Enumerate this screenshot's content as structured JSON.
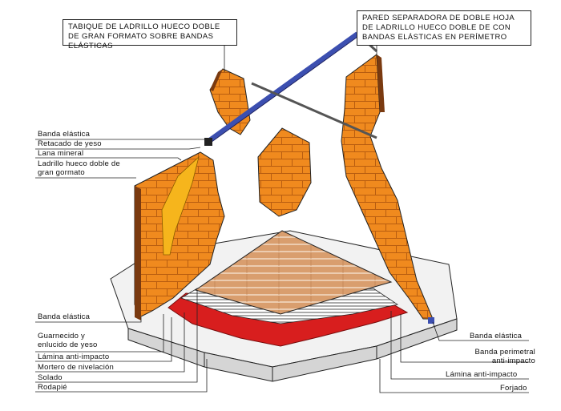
{
  "colors": {
    "brick": "#f08a1e",
    "brick_mortar": "#7a3a10",
    "brick_dark": "#b85d10",
    "plaster": "#ffffff",
    "insulation": "#f6b51c",
    "blue_band": "#3c4fb0",
    "wood_floor": "#d99e6e",
    "impact_sheet": "#d81e1e",
    "slab_top": "#f2f2f2",
    "slab_side": "#d5d5d5",
    "lines": "#222222"
  },
  "callouts": {
    "top_left": "TABIQUE DE LADRILLO HUECO DOBLE DE GRAN FORMATO SOBRE BANDAS ELÁSTICAS",
    "top_right": "PARED SEPARADORA DE DOBLE HOJA DE LADRILLO HUECO DOBLE DE CON BANDAS ELÁSTICAS EN PERÍMETRO"
  },
  "labels_left": [
    {
      "id": "banda-elastica-top",
      "text": "Banda elástica"
    },
    {
      "id": "retacado-yeso",
      "text": "Retacado de yeso"
    },
    {
      "id": "lana-mineral",
      "text": "Lana mineral"
    },
    {
      "id": "ladrillo-hueco",
      "text": "Ladrillo hueco doble de gran gormato"
    },
    {
      "id": "banda-elastica-bottom",
      "text": "Banda elástica"
    },
    {
      "id": "guarnecido",
      "text": "Guarnecido y enlucido de yeso"
    },
    {
      "id": "lamina-anti-impacto-left",
      "text": "Lámina anti-impacto"
    },
    {
      "id": "mortero",
      "text": "Mortero de nivelación"
    },
    {
      "id": "solado",
      "text": "Solado"
    },
    {
      "id": "rodapie",
      "text": "Rodapié"
    }
  ],
  "labels_right": [
    {
      "id": "banda-elastica-right",
      "text": "Banda elástica"
    },
    {
      "id": "banda-perimetral",
      "text": "Banda perimetral anti-impacto"
    },
    {
      "id": "lamina-anti-impacto-right",
      "text": "Lámina anti-impacto"
    },
    {
      "id": "forjado",
      "text": "Forjado"
    }
  ]
}
